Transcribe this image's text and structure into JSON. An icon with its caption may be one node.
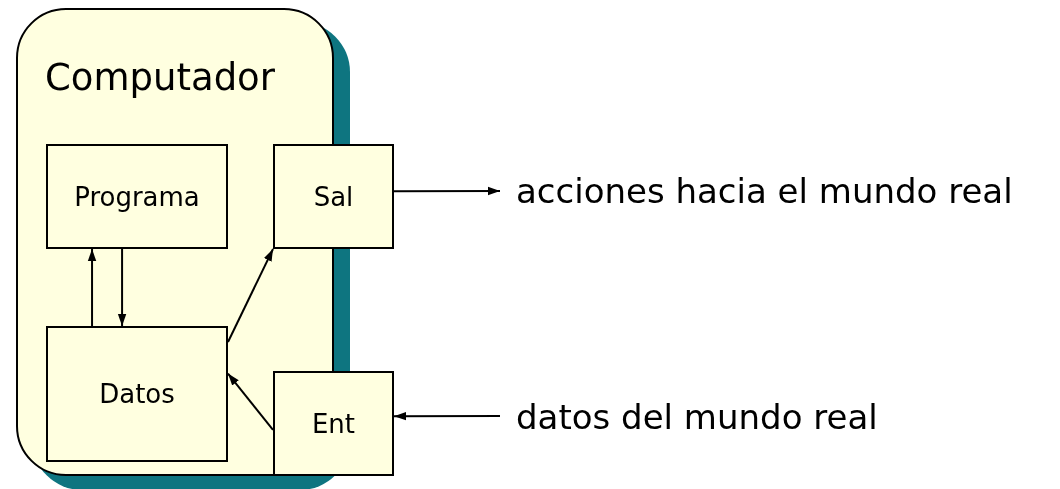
{
  "diagram": {
    "nodes": [
      {
        "text": [
          "Computador"
        ]
      },
      {
        "text": [
          "Programa"
        ],
        "in": 0
      },
      {
        "text": [
          "Sal"
        ]
      },
      {
        "text": [
          "Datos"
        ],
        "in": 0
      },
      {
        "text": [
          "Ent"
        ]
      },
      {
        "text": [
          "acciones hacia el mundo real"
        ]
      },
      {
        "text": [
          "datos del mundo real"
        ]
      }
    ],
    "edges": [
      {
        "from": 3,
        "to": 1,
        "arrow": "to"
      },
      {
        "from": 1,
        "to": 3,
        "arrow": "to"
      },
      {
        "from": 3,
        "to": 2,
        "arrow": "to"
      },
      {
        "from": 4,
        "to": 3,
        "arrow": "to"
      },
      {
        "from": 2,
        "to": 5,
        "arrow": "to"
      },
      {
        "from": 6,
        "to": 4,
        "arrow": "to"
      }
    ]
  }
}
